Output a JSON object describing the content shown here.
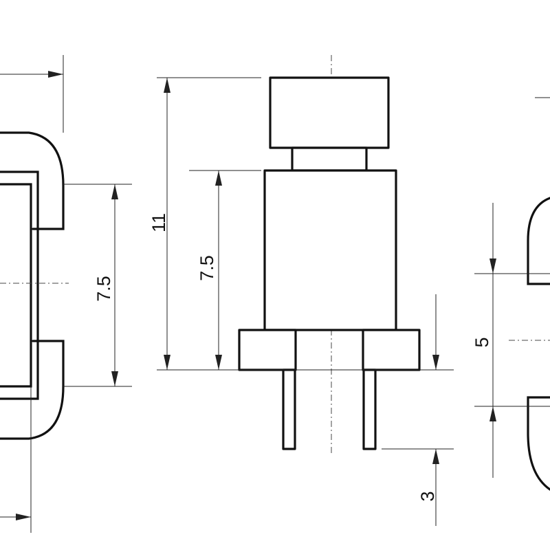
{
  "dimensions": {
    "left_height": "7.5",
    "middle_total_height": "11",
    "middle_body_height": "7.5",
    "middle_pin_length": "3",
    "right_gap": "5"
  },
  "colors": {
    "line": "#111111",
    "background": "#ffffff"
  }
}
